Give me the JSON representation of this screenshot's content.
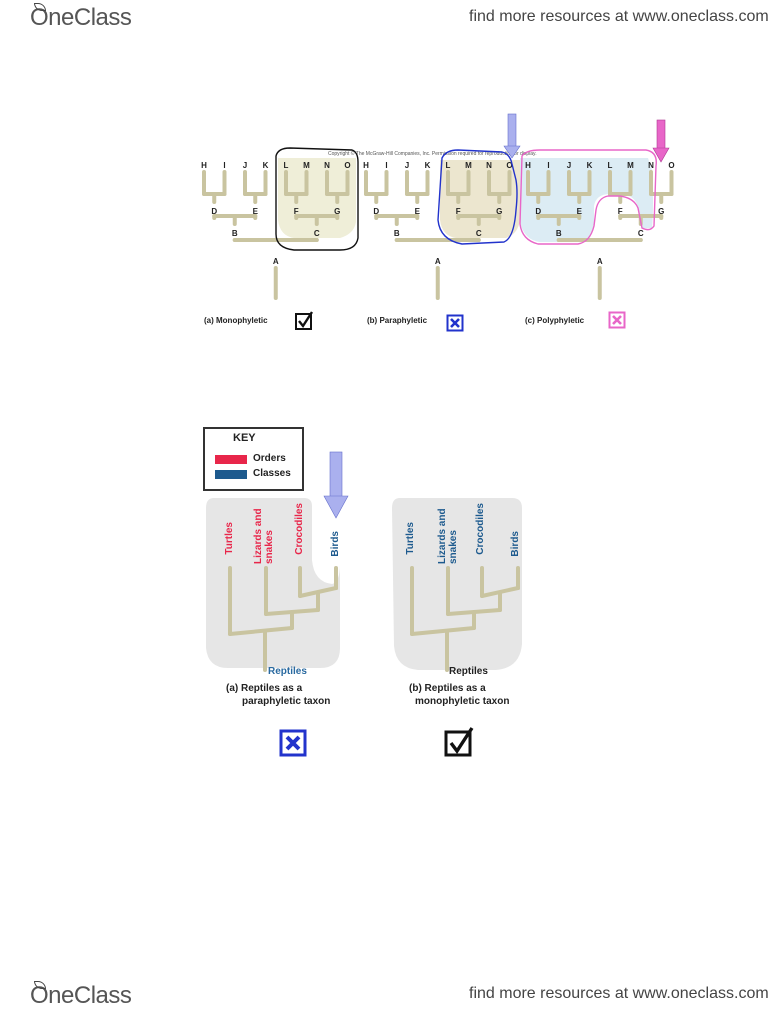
{
  "header": {
    "logo_text": "OneClass",
    "link_text": "find more resources at www.oneclass.com"
  },
  "footer": {
    "logo_text": "OneClass",
    "link_text": "find more resources at www.oneclass.com"
  },
  "top_figure": {
    "copyright": "Copyright © The McGraw-Hill Companies, Inc. Permission required for reproduction or display.",
    "tip_labels": [
      "H",
      "I",
      "J",
      "K",
      "L",
      "M",
      "N",
      "O"
    ],
    "inner_labels": [
      "D",
      "E",
      "F",
      "G",
      "B",
      "C",
      "A"
    ],
    "panels": [
      {
        "caption": "(a) Monophyletic",
        "verdict": "check",
        "accent": "#111111"
      },
      {
        "caption": "(b) Paraphyletic",
        "verdict": "cross",
        "accent": "#2233cc"
      },
      {
        "caption": "(c) Polyphyletic",
        "verdict": "cross",
        "accent": "#e866c8"
      }
    ],
    "arrow_colors": {
      "paraphyletic": "#aab0ee",
      "polyphyletic": "#e866c8"
    }
  },
  "bottom_figure": {
    "key": {
      "title": "KEY",
      "items": [
        {
          "label": "Orders",
          "color": "#e8264a"
        },
        {
          "label": "Classes",
          "color": "#1d5a8e"
        }
      ]
    },
    "panels": [
      {
        "taxa": [
          {
            "name": "Turtles",
            "color": "#e8264a"
          },
          {
            "name": "Lizards and snakes",
            "color": "#e8264a"
          },
          {
            "name": "Crocodiles",
            "color": "#e8264a"
          },
          {
            "name": "Birds",
            "color": "#1d5a8e"
          }
        ],
        "root_label": "Reptiles",
        "root_color": "#2a6aa0",
        "caption_line1": "(a) Reptiles as a",
        "caption_line2": "paraphyletic taxon",
        "verdict": "cross"
      },
      {
        "taxa": [
          {
            "name": "Turtles",
            "color": "#1d5a8e"
          },
          {
            "name": "Lizards and snakes",
            "color": "#1d5a8e"
          },
          {
            "name": "Crocodiles",
            "color": "#1d5a8e"
          },
          {
            "name": "Birds",
            "color": "#1d5a8e"
          }
        ],
        "root_label": "Reptiles",
        "root_color": "#222222",
        "caption_line1": "(b) Reptiles as a",
        "caption_line2": "monophyletic taxon",
        "verdict": "check"
      }
    ]
  }
}
